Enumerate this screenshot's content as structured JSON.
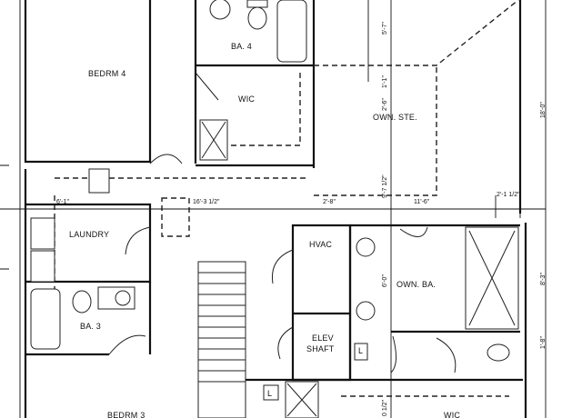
{
  "rooms": {
    "bedrm4": "BEDRM 4",
    "ba4": "BA. 4",
    "wic_top": "WIC",
    "own_ste": "OWN. STE.",
    "laundry": "LAUNDRY",
    "ba3": "BA. 3",
    "hvac": "HVAC",
    "own_ba": "OWN. BA.",
    "elev_1": "ELEV",
    "elev_2": "SHAFT",
    "bedrm3": "BEDRM 3",
    "wic_bottom": "WIC"
  },
  "marks": {
    "l_small_a": "L",
    "l_small_b": "L"
  },
  "dimensions": {
    "d_6_1": "6'-1\"",
    "d_16_3": "16'-3 1/2\"",
    "d_2_8": "2'-8\"",
    "d_11_6": "11'-6\"",
    "d_2_1": "2'-1 1/2\"",
    "d_5_7": "5'-7\"",
    "d_1_1": "1'-1\"",
    "d_2_6": "2'-6\"",
    "d_9_7": "9'-7 1/2\"",
    "d_18_0": "18'-0\"",
    "d_6_0": "6'-0\"",
    "d_8_3": "8'-3\"",
    "d_1_8": "1'-8\"",
    "d_0_1": "0 1/2\""
  }
}
